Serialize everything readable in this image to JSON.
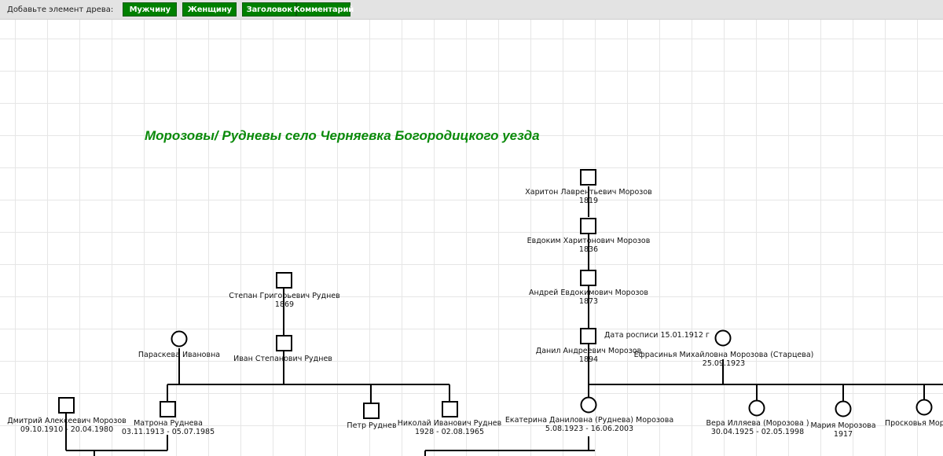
{
  "toolbar": {
    "label": "Добавьте элемент древа:",
    "buttons": [
      "Мужчину",
      "Женщину",
      "Заголовок",
      "Комментарий"
    ],
    "button_color": "#008000"
  },
  "title": "Морозовы/ Рудневы  село Черняевка Богородицкого уезда",
  "title_color": "#0a8a0a",
  "people": {
    "khariton": {
      "name": "Харитон Лаврентьевич Морозов",
      "dates": "1819"
    },
    "evdokim": {
      "name": "Евдоким Харитонович Морозов",
      "dates": "1836"
    },
    "andrey": {
      "name": "Андрей Евдокимович  Морозов",
      "dates": "1873"
    },
    "danil": {
      "name": "Данил Андреевич Морозов",
      "dates": "1894"
    },
    "efrasinya": {
      "name": "Ефрасинья Михайловна  Морозова (Старцева)",
      "dates": "25.09.1923"
    },
    "stepan": {
      "name": "Степан Григорьевич  Руднев",
      "dates": "1869"
    },
    "ivan": {
      "name": "Иван Степанович  Руднев",
      "dates": ""
    },
    "paraskeva": {
      "name": "Параскева Ивановна",
      "dates": ""
    },
    "dmitry": {
      "name": "Дмитрий Алексеевич Морозов",
      "dates": "09.10.1910 - 20.04.1980"
    },
    "matrona": {
      "name": "Матрона  Руднева",
      "dates": "03.11.1913 - 05.07.1985"
    },
    "petr": {
      "name": "Петр  Руднев",
      "dates": ""
    },
    "nikolay": {
      "name": "Николай Иванович  Руднев",
      "dates": "1928 - 02.08.1965"
    },
    "ekaterina": {
      "name": "Екатерина Даниловна  (Руднева) Морозова",
      "dates": "5.08.1923 - 16.06.2003"
    },
    "vera": {
      "name": "Вера  Илляева (Морозова )",
      "dates": "30.04.1925 - 02.05.1998"
    },
    "mariya": {
      "name": "Мария  Морозова",
      "dates": "1917"
    },
    "proskovya": {
      "name": "Просковья  Морозова",
      "dates": ""
    }
  },
  "comment": "Дата росписи 15.01.1912 г"
}
